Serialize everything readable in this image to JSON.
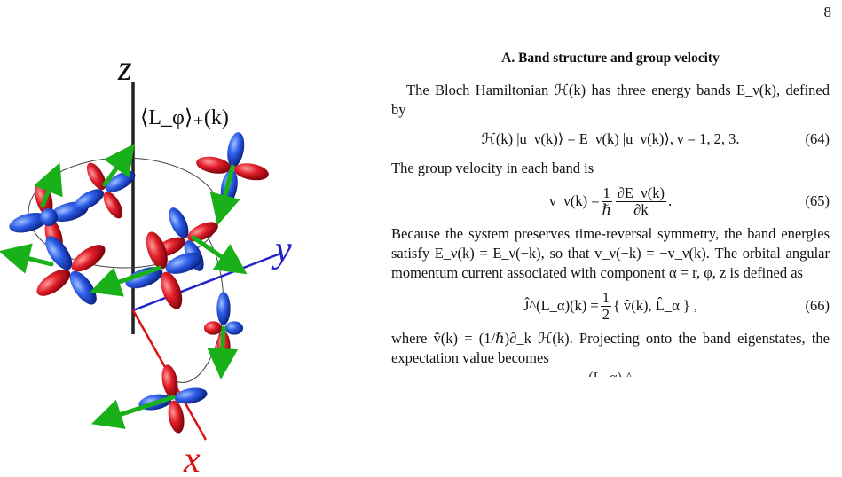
{
  "page_number": "8",
  "figure": {
    "axis_z": "z",
    "axis_y": "y",
    "axis_x": "x",
    "curve_label": "⟨L_φ⟩₊(k)"
  },
  "section": {
    "heading": "A.   Band structure and group velocity"
  },
  "text": {
    "p1": "The Bloch Hamiltonian ℋ(k) has three energy bands E_ν(k), defined by",
    "eq64": "ℋ(k) |u_ν(k)⟩ = E_ν(k) |u_ν(k)⟩,        ν = 1, 2, 3.",
    "eq64_num": "(64)",
    "p2": "The group velocity in each band is",
    "eq65_lhs": "v_ν(k) = ",
    "eq65_frac1_n": "1",
    "eq65_frac1_d": "ℏ",
    "eq65_frac2_n": "∂E_ν(k)",
    "eq65_frac2_d": "∂k",
    "eq65_end": ".",
    "eq65_num": "(65)",
    "p3": "Because the system preserves time-reversal symmetry, the band energies satisfy E_ν(k) = E_ν(−k), so that v_ν(−k) = −v_ν(k). The orbital angular momentum current associated with component α = r, φ, z is defined as",
    "eq66_lhs": "Ĵ^(L_α)(k) = ",
    "eq66_frac_n": "1",
    "eq66_frac_d": "2",
    "eq66_rhs": " { v̂(k), L̂_α } ,",
    "eq66_num": "(66)",
    "p4": "where v̂(k) = (1/ℏ)∂_k ℋ(k). Projecting onto the band eigenstates, the expectation value becomes",
    "cut_line": "(L_α)      ^"
  }
}
